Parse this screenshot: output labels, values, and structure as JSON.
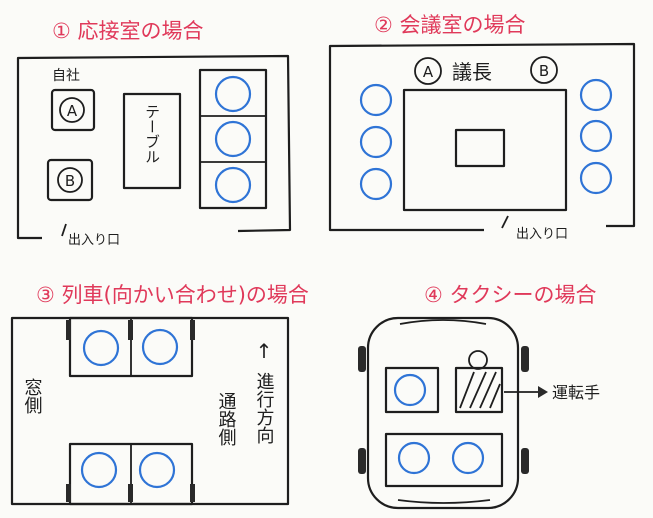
{
  "panels": {
    "reception": {
      "title": "① 応接室の場合",
      "company_label": "自社",
      "seat_a": "A",
      "seat_b": "B",
      "table_label": "テーブル",
      "entrance_label": "出入り口"
    },
    "meeting": {
      "title": "② 会議室の場合",
      "seat_a": "A",
      "chair_label": "議長",
      "seat_b": "B",
      "entrance_label": "出入り口"
    },
    "train": {
      "title": "③ 列車(向かい合わせ)の場合",
      "window_label": "窓側",
      "aisle_label": "通路側",
      "direction_label": "進行方向",
      "arrow_glyph": "↑"
    },
    "taxi": {
      "title": "④ タクシーの場合",
      "driver_label": "運転手"
    }
  },
  "colors": {
    "title": "#e0395a",
    "seat": "#2f74d6",
    "ink": "#1e1e1e"
  }
}
